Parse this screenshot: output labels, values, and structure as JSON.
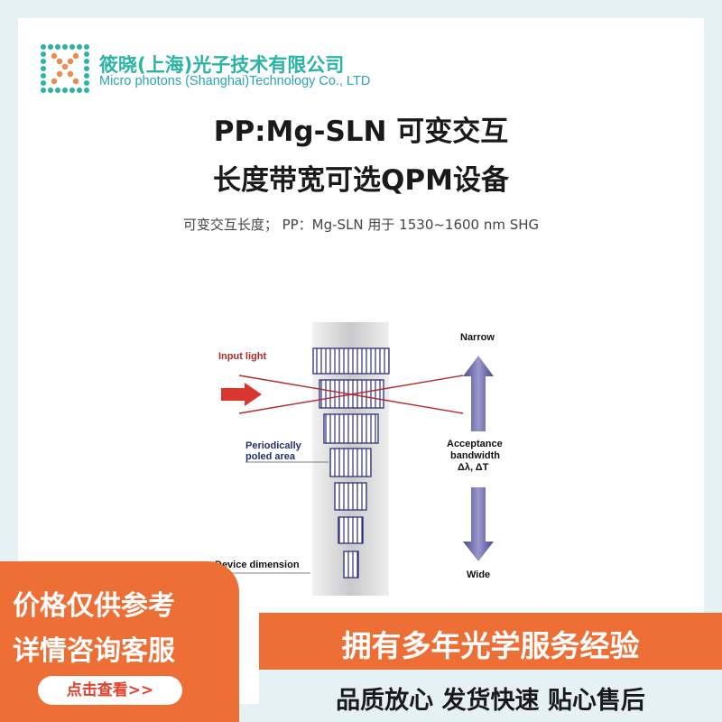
{
  "brand": {
    "name_cn": "筱晓(上海)光子技术有限公司",
    "name_en": "Micro photons (Shanghai)Technology Co., LTD",
    "logo_colors": [
      "#2bb3a5",
      "#f08a4b"
    ]
  },
  "product": {
    "title_line1": "PP:Mg-SLN 可变交互",
    "title_line2": "长度带宽可选QPM设备",
    "subtitle": "可变交互长度；  PP：Mg-SLN 用于 1530~1600 nm SHG"
  },
  "diagram": {
    "input_light": "Input light",
    "periodically_poled_area_line1": "Periodically",
    "periodically_poled_area_line2": "poled area",
    "device_dimension": "Device dimension",
    "narrow": "Narrow",
    "wide": "Wide",
    "acceptance_line1": "Acceptance",
    "acceptance_line2": "bandwidth",
    "acceptance_line3": "Δλ, ΔT",
    "colors": {
      "light": "#b22a2a",
      "arrow": "#d9362f",
      "label": "#b22a2a",
      "blue_label": "#22306e",
      "bar_outline": "#2b2f7a",
      "vertical_arrow": "#6d6aa8"
    }
  },
  "promo": {
    "left_line1": "价格仅供参考",
    "left_line2": "详情咨询客服",
    "cta": "点击查看>>",
    "right_banner": "拥有多年光学服务经验",
    "bottom_right": "品质放心 发货快速 贴心售后"
  }
}
